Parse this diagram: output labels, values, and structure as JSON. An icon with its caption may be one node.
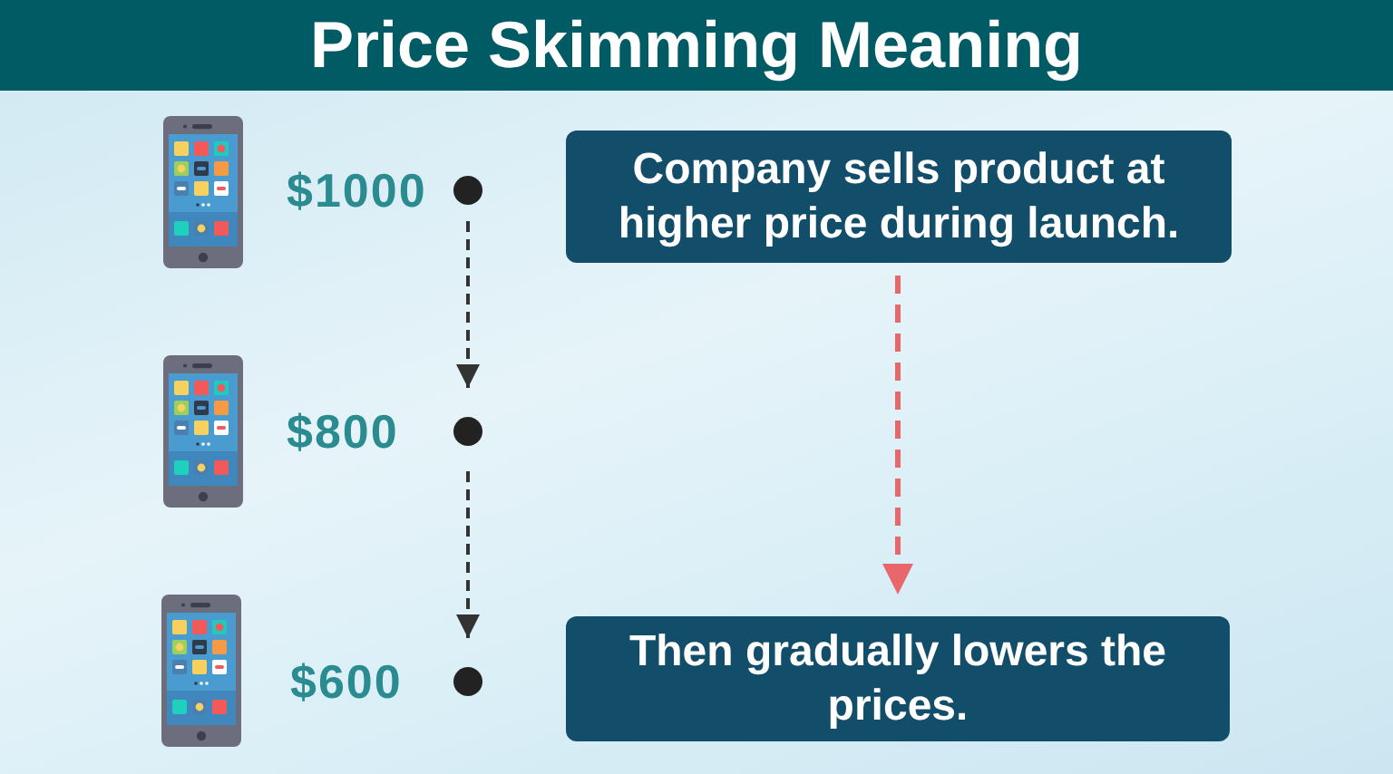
{
  "diagram": {
    "title": "Price Skimming Meaning",
    "nodes": [
      {
        "text": [],
        "shape": "circle",
        "beside": [
          "$1000"
        ]
      },
      {
        "text": [
          "Company sells product at higher price during launch."
        ]
      },
      {
        "text": [],
        "shape": "circle",
        "beside": [
          "$800"
        ]
      },
      {
        "text": [],
        "shape": "circle",
        "beside": [
          "$600"
        ]
      },
      {
        "text": [
          "Then gradually lowers the prices."
        ]
      }
    ],
    "edges": [
      {
        "from": 0,
        "to": 2,
        "arrow": "to",
        "style": "dashed"
      },
      {
        "from": 2,
        "to": 3,
        "arrow": "to",
        "style": "dashed"
      },
      {
        "from": 1,
        "to": 4,
        "arrow": "to",
        "style": "dashed",
        "color": "#e8676a"
      }
    ]
  }
}
